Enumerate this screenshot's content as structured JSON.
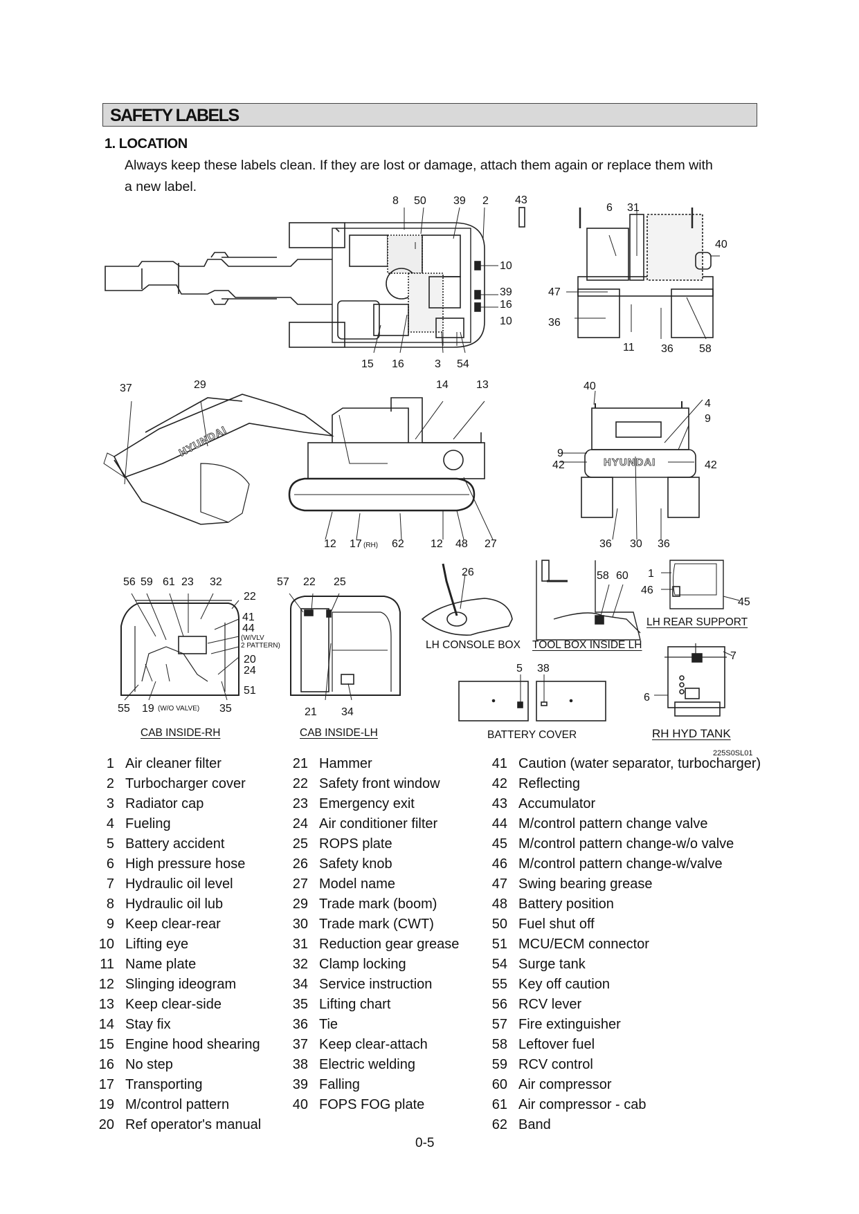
{
  "header": {
    "title": "SAFETY LABELS"
  },
  "section": {
    "title": "1. LOCATION"
  },
  "instructions": {
    "line1": "Always keep these labels clean.  If they are lost or damage, attach them again or replace them with",
    "line2": "a new label."
  },
  "diagram_labels": {
    "top_view": [
      "8",
      "50",
      "39",
      "2",
      "43",
      "10",
      "39",
      "16",
      "10",
      "15",
      "16",
      "3",
      "54"
    ],
    "rear_view": [
      "6",
      "31",
      "40",
      "47",
      "36",
      "11",
      "36",
      "58"
    ],
    "side_view": [
      "37",
      "29",
      "14",
      "13",
      "12",
      "17",
      "(RH)",
      "62",
      "12",
      "48",
      "27"
    ],
    "front_view": [
      "40",
      "4",
      "9",
      "9",
      "42",
      "42",
      "36",
      "30",
      "36"
    ],
    "cab_rh": [
      "56",
      "59",
      "61",
      "23",
      "32",
      "22",
      "41",
      "44",
      "(W/VLV",
      "2 PATTERN)",
      "20",
      "24",
      "51",
      "55",
      "19",
      "(W/O VALVE)",
      "35"
    ],
    "cab_lh": [
      "57",
      "22",
      "25",
      "21",
      "34"
    ],
    "console": [
      "26"
    ],
    "toolbox": [
      "58",
      "60"
    ],
    "rear_support": [
      "1",
      "46",
      "45"
    ],
    "battery_cover": [
      "5",
      "38"
    ],
    "hyd_tank": [
      "7",
      "6"
    ],
    "brand": "HYUNDAI"
  },
  "captions": {
    "cab_rh": "CAB INSIDE-RH",
    "cab_lh": "CAB INSIDE-LH",
    "console": "LH CONSOLE BOX",
    "toolbox": "TOOL BOX INSIDE LH",
    "rear_support": "LH REAR SUPPORT",
    "battery_cover": "BATTERY COVER",
    "hyd_tank": "RH HYD TANK",
    "drawing_code": "225S0SL01"
  },
  "legend": {
    "col1": [
      {
        "num": "1",
        "text": "Air cleaner filter"
      },
      {
        "num": "2",
        "text": "Turbocharger cover"
      },
      {
        "num": "3",
        "text": "Radiator cap"
      },
      {
        "num": "4",
        "text": "Fueling"
      },
      {
        "num": "5",
        "text": "Battery accident"
      },
      {
        "num": "6",
        "text": "High pressure hose"
      },
      {
        "num": "7",
        "text": "Hydraulic oil level"
      },
      {
        "num": "8",
        "text": "Hydraulic oil lub"
      },
      {
        "num": "9",
        "text": "Keep clear-rear"
      },
      {
        "num": "10",
        "text": "Lifting eye"
      },
      {
        "num": "11",
        "text": "Name plate"
      },
      {
        "num": "12",
        "text": "Slinging ideogram"
      },
      {
        "num": "13",
        "text": "Keep clear-side"
      },
      {
        "num": "14",
        "text": "Stay fix"
      },
      {
        "num": "15",
        "text": "Engine hood shearing"
      },
      {
        "num": "16",
        "text": "No step"
      },
      {
        "num": "17",
        "text": "Transporting"
      },
      {
        "num": "19",
        "text": "M/control pattern"
      },
      {
        "num": "20",
        "text": "Ref operator's manual"
      }
    ],
    "col2": [
      {
        "num": "21",
        "text": "Hammer"
      },
      {
        "num": "22",
        "text": "Safety front window"
      },
      {
        "num": "23",
        "text": "Emergency exit"
      },
      {
        "num": "24",
        "text": "Air conditioner filter"
      },
      {
        "num": "25",
        "text": "ROPS plate"
      },
      {
        "num": "26",
        "text": "Safety knob"
      },
      {
        "num": "27",
        "text": "Model name"
      },
      {
        "num": "29",
        "text": "Trade mark (boom)"
      },
      {
        "num": "30",
        "text": "Trade mark (CWT)"
      },
      {
        "num": "31",
        "text": "Reduction gear grease"
      },
      {
        "num": "32",
        "text": "Clamp locking"
      },
      {
        "num": "34",
        "text": "Service instruction"
      },
      {
        "num": "35",
        "text": "Lifting chart"
      },
      {
        "num": "36",
        "text": "Tie"
      },
      {
        "num": "37",
        "text": "Keep clear-attach"
      },
      {
        "num": "38",
        "text": "Electric welding"
      },
      {
        "num": "39",
        "text": "Falling"
      },
      {
        "num": "40",
        "text": "FOPS FOG plate"
      }
    ],
    "col3": [
      {
        "num": "41",
        "text": "Caution (water separator, turbocharger)"
      },
      {
        "num": "42",
        "text": "Reflecting"
      },
      {
        "num": "43",
        "text": "Accumulator"
      },
      {
        "num": "44",
        "text": "M/control pattern change valve"
      },
      {
        "num": "45",
        "text": "M/control pattern change-w/o valve"
      },
      {
        "num": "46",
        "text": "M/control pattern change-w/valve"
      },
      {
        "num": "47",
        "text": "Swing bearing grease"
      },
      {
        "num": "48",
        "text": "Battery position"
      },
      {
        "num": "50",
        "text": "Fuel shut off"
      },
      {
        "num": "51",
        "text": "MCU/ECM connector"
      },
      {
        "num": "54",
        "text": "Surge tank"
      },
      {
        "num": "55",
        "text": "Key off caution"
      },
      {
        "num": "56",
        "text": "RCV lever"
      },
      {
        "num": "57",
        "text": "Fire extinguisher"
      },
      {
        "num": "58",
        "text": "Leftover fuel"
      },
      {
        "num": "59",
        "text": "RCV control"
      },
      {
        "num": "60",
        "text": "Air compressor"
      },
      {
        "num": "61",
        "text": "Air compressor - cab"
      },
      {
        "num": "62",
        "text": "Band"
      }
    ]
  },
  "page": {
    "number": "0-5"
  }
}
